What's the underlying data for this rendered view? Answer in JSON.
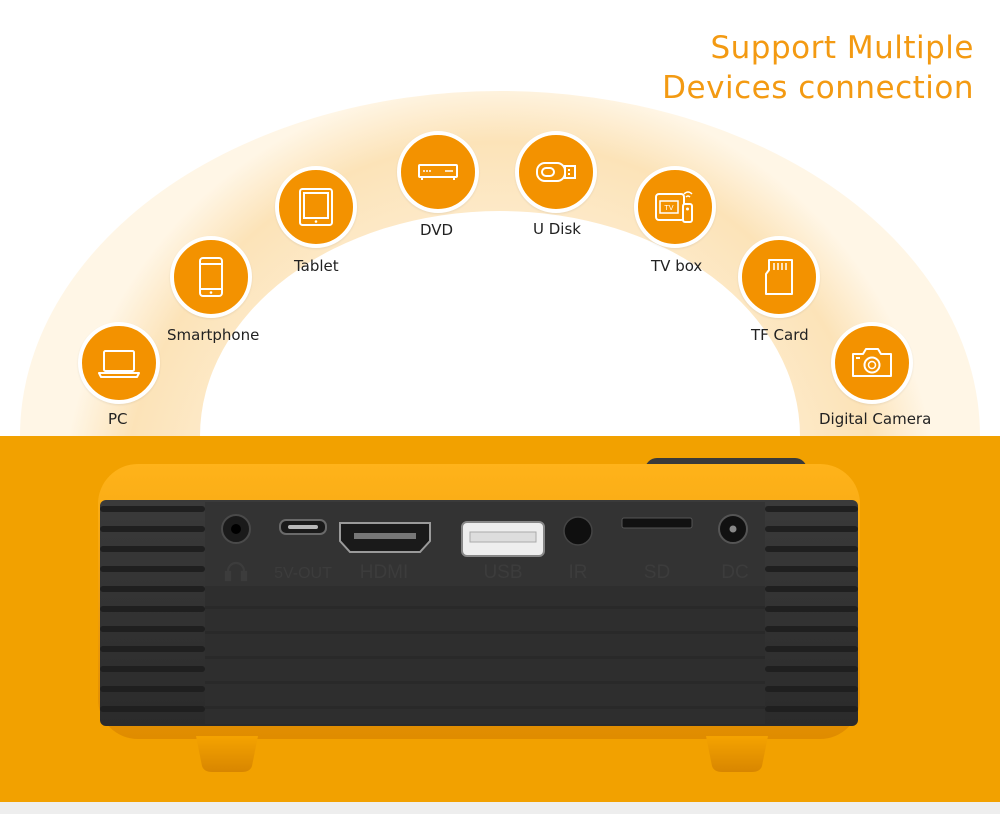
{
  "headline": {
    "line1": "Support Multiple",
    "line2": "Devices connection"
  },
  "devices": [
    {
      "label": "PC",
      "icon": "laptop-icon"
    },
    {
      "label": "Smartphone",
      "icon": "smartphone-icon"
    },
    {
      "label": "Tablet",
      "icon": "tablet-icon"
    },
    {
      "label": "DVD",
      "icon": "dvd-player-icon"
    },
    {
      "label": "U Disk",
      "icon": "usb-drive-icon"
    },
    {
      "label": "TV box",
      "icon": "tv-box-icon"
    },
    {
      "label": "TF Card",
      "icon": "sd-card-icon"
    },
    {
      "label": "Digital Camera",
      "icon": "camera-icon"
    }
  ],
  "ports": {
    "headphone": "headphone-icon",
    "five_v_out": "5V-OUT",
    "hdmi": "HDMI",
    "usb": "USB",
    "ir": "IR",
    "sd": "SD",
    "dc": "DC"
  },
  "colors": {
    "accent": "#f39200",
    "headline": "#f39a12",
    "band": "#f2a100",
    "projector_body": "#353535",
    "projector_shell": "#f5a200"
  }
}
